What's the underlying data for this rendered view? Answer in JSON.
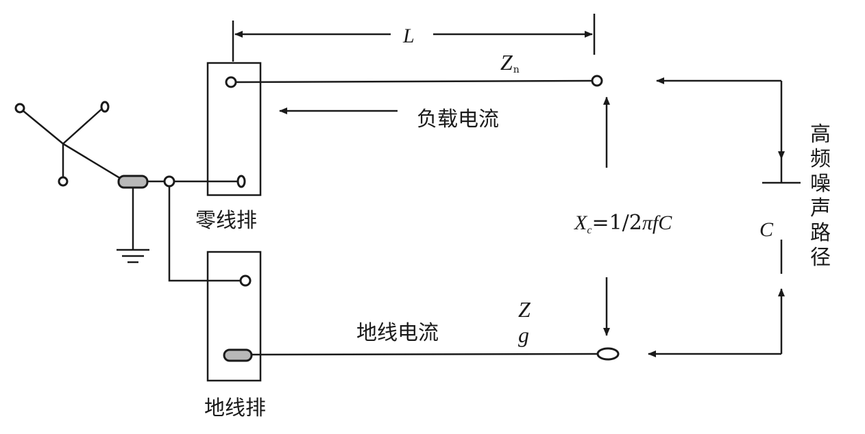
{
  "labels": {
    "length": "L",
    "z_neutral_main": "Z",
    "z_neutral_sub": "n",
    "load_current": "负载电流",
    "neutral_bar": "零线排",
    "ground_bar": "地线排",
    "ground_current": "地线电流",
    "z_ground_main": "Z",
    "z_ground_sub": "g",
    "reactance_x": "X",
    "reactance_sub": "c",
    "reactance_eq": "=1/2",
    "reactance_pi": "π",
    "reactance_f": "f",
    "reactance_c": "C",
    "capacitance": "C",
    "noise_path": [
      "高",
      "频",
      "噪",
      "声",
      "路",
      "径"
    ]
  },
  "colors": {
    "ink": "#1a1a1a",
    "connector_fill": "#b8b8b8"
  }
}
